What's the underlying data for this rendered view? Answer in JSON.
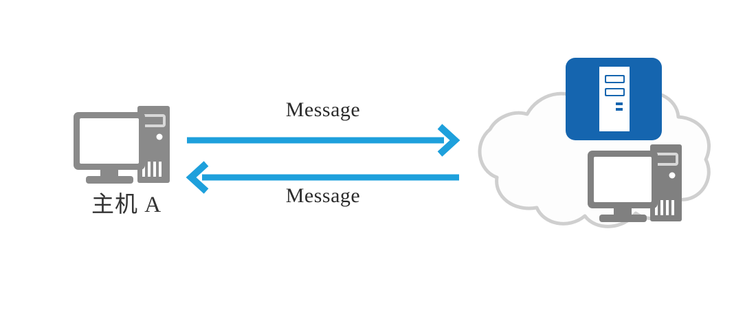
{
  "diagram": {
    "title": "Host A exchanging messages with a network cloud",
    "background_color": "#ffffff",
    "nodes": {
      "host_a": {
        "label": "主机 A",
        "icon": "desktop-computer-icon",
        "icon_color": "#8a8a8a"
      },
      "cloud": {
        "label": "",
        "icon": "network-cloud-icon",
        "outline_color": "#cfcfcf",
        "fill_color": "#fdfdfd"
      },
      "server": {
        "label": "",
        "icon": "server-tower-badge-icon",
        "badge_color": "#1565af",
        "tower_color": "#ffffff"
      },
      "host_b": {
        "label": "",
        "icon": "desktop-computer-icon",
        "icon_color": "#8a8a8a"
      }
    },
    "edges": [
      {
        "name": "message-outbound",
        "label": "Message",
        "direction": "right",
        "color": "#1ea0dc"
      },
      {
        "name": "message-inbound",
        "label": "Message",
        "direction": "left",
        "color": "#1ea0dc"
      }
    ]
  }
}
